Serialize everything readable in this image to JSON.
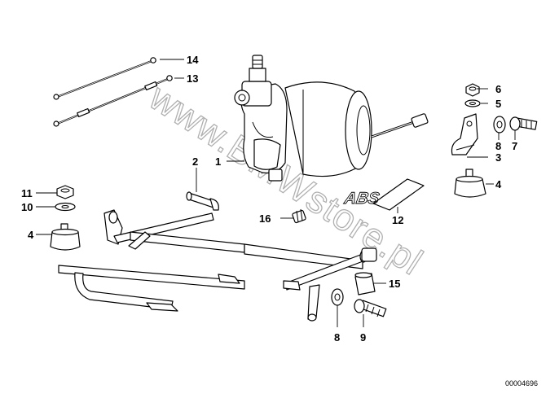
{
  "diagram": {
    "watermark": "www.BMWstore.pl",
    "reference_number": "00004696",
    "callouts": {
      "c1": "1",
      "c2": "2",
      "c3": "3",
      "c4_left": "4",
      "c4_right": "4",
      "c5": "5",
      "c6": "6",
      "c7": "7",
      "c8_right": "8",
      "c8_bottom": "8",
      "c9": "9",
      "c10": "10",
      "c11": "11",
      "c12": "12",
      "c13": "13",
      "c14": "14",
      "c15": "15",
      "c16": "16"
    },
    "abs_emblem_text": "ABS"
  }
}
